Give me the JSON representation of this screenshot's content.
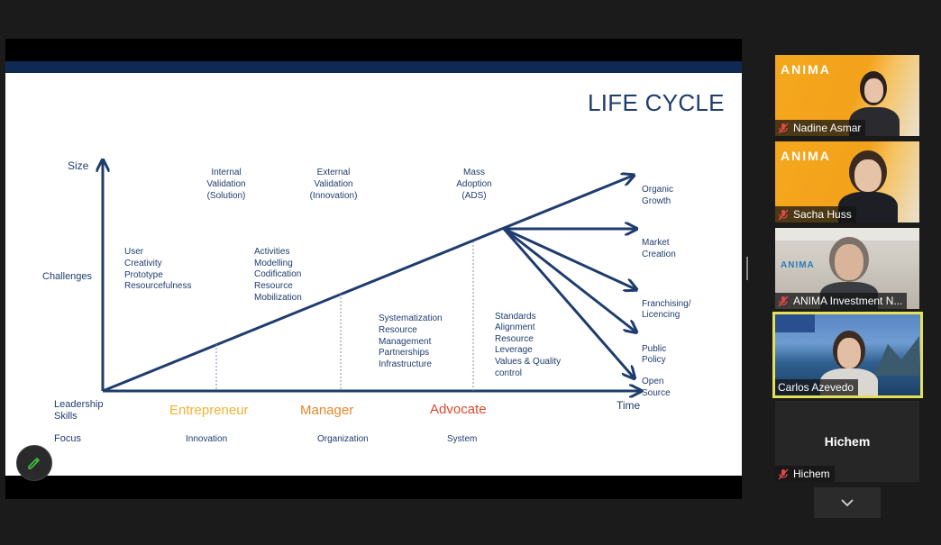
{
  "slide": {
    "title": "LIFE CYCLE",
    "axes": {
      "y": "Size",
      "x": "Time"
    },
    "row_labels": {
      "challenges": "Challenges",
      "leadership_line1": "Leadership",
      "leadership_line2": "Skills",
      "focus": "Focus"
    },
    "phases": [
      {
        "lines": [
          "Internal",
          "Validation",
          "(Solution)"
        ]
      },
      {
        "lines": [
          "External",
          "Validation",
          "(Innovation)"
        ]
      },
      {
        "lines": [
          "Mass",
          "Adoption",
          "(ADS)"
        ]
      }
    ],
    "challenges": [
      [
        "User",
        "Creativity",
        "Prototype",
        "Resourcefulness"
      ],
      [
        "Activities",
        "Modelling",
        "Codification",
        "Resource",
        "Mobilization"
      ],
      [
        "Systematization",
        "Resource",
        "Management",
        "Partnerships",
        "Infrastructure"
      ],
      [
        "Standards",
        "Alignment",
        "Resource",
        "Leverage",
        "Values & Quality",
        "control"
      ]
    ],
    "roles": [
      {
        "label": "Entrepreneur",
        "color": "#f2b233"
      },
      {
        "label": "Manager",
        "color": "#e8872b"
      },
      {
        "label": "Advocate",
        "color": "#e0472b"
      }
    ],
    "focus": [
      "Innovation",
      "Organization",
      "System"
    ],
    "outcomes": [
      [
        "Organic",
        "Growth"
      ],
      [
        "Market",
        "Creation"
      ],
      [
        "Franchising/",
        "Licencing"
      ],
      [
        "Public",
        "Policy"
      ],
      [
        "Open",
        "Source"
      ]
    ]
  },
  "participants": [
    {
      "name": "Nadine Asmar",
      "logo": "ANIMA",
      "muted": true
    },
    {
      "name": "Sacha Huss",
      "logo": "ANIMA",
      "muted": true
    },
    {
      "name": "ANIMA Investment N...",
      "logo": "ANIMA",
      "muted": true
    },
    {
      "name": "Carlos Azevedo",
      "muted": false,
      "active": true
    },
    {
      "name": "Hichem",
      "avatar_text": "Hichem",
      "muted": true
    }
  ],
  "colors": {
    "navy": "#1f3c6e",
    "active_border": "#e5e05a",
    "muted_mic": "#e04848"
  },
  "icons": {
    "pencil": "pencil-icon",
    "mic_off": "mic-off-icon",
    "chevron": "chevron-down-icon"
  }
}
